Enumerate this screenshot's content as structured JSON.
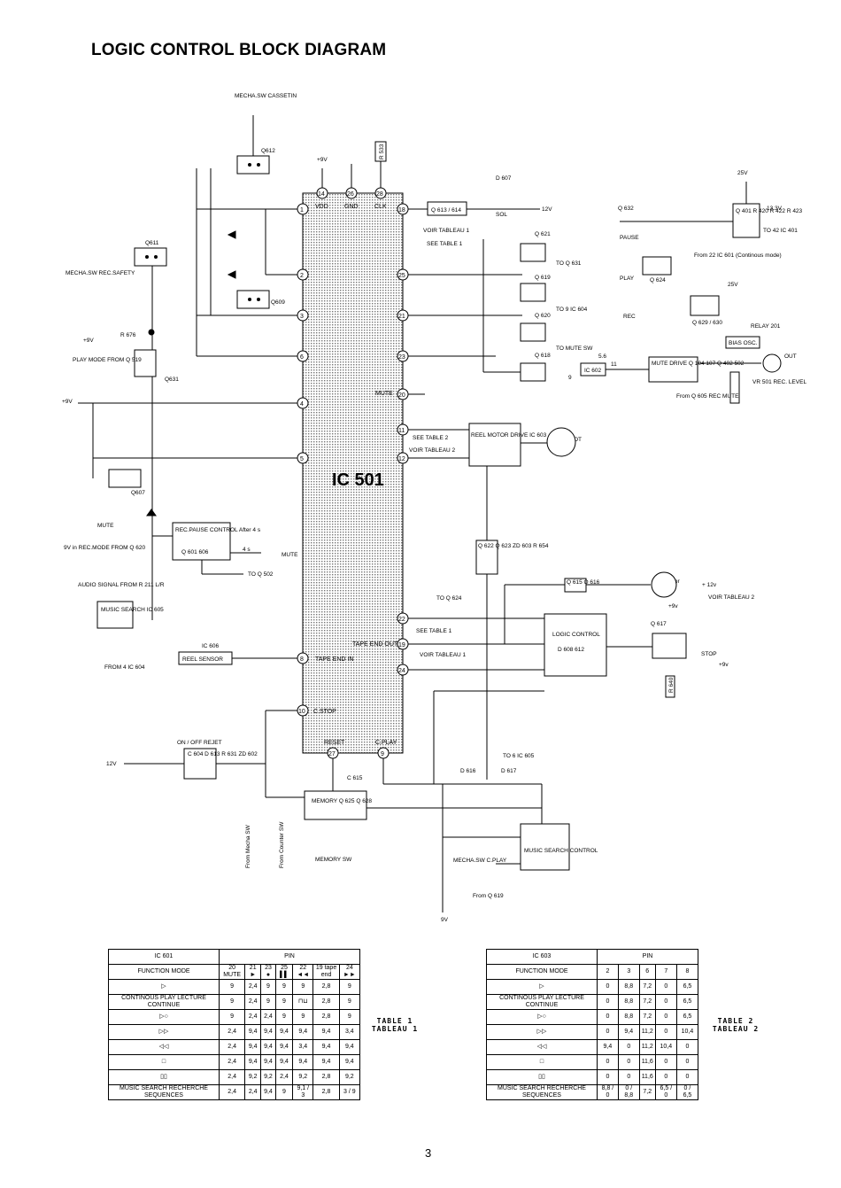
{
  "title": "LOGIC CONTROL BLOCK DIAGRAM",
  "page_number": "3",
  "ic501": {
    "name": "IC 501",
    "vdd": "VDD",
    "gnd": "GND",
    "clk": "CLK",
    "pin_vdd": "14",
    "pin_gnd": "26",
    "pin_clk": "28",
    "mute_label": "MUTE",
    "tape_end_out": "TAPE END OUT",
    "tape_end_in": "TAPE END IN",
    "cstop": "C.STOP",
    "reset": "RESET",
    "cplay": "C.PLAY",
    "left_pins": [
      "1",
      "2",
      "3",
      "6",
      "4",
      "5",
      "8",
      "10"
    ],
    "right_pins": [
      "18",
      "25",
      "21",
      "23",
      "20",
      "11",
      "12",
      "22",
      "19",
      "24"
    ],
    "bottom_pins": [
      "27",
      "9"
    ]
  },
  "labels": {
    "mecha_cassetin": "MECHA.SW CASSETIN",
    "q612": "Q612",
    "q611": "Q611",
    "q609": "Q609",
    "q631": "Q631",
    "q607": "Q607",
    "mecha_recsafety": "MECHA.SW REC.SAFETY",
    "r676": "R 676",
    "plus9v": "+9V",
    "play_mode": "PLAY MODE FROM Q 519",
    "v9": "+9V",
    "mute": "MUTE",
    "rec_mode": "9V in  REC.MODE FROM Q 620",
    "rec_pause_ctrl": "REC.PAUSE CONTROL After 4 s",
    "q601_606": "Q 601    606",
    "four_s": "4 s",
    "mute2": "MUTE",
    "to_q502": "TO Q 502",
    "audio_signal": "AUDIO SIGNAL FROM R 211 L/R",
    "music_search_ic": "MUSIC SEARCH IC 605",
    "from_ic604": "FROM 4 IC 604",
    "ic606": "IC 606",
    "reel_sensor": "REEL SENSOR",
    "onoff": "ON / OFF REJET",
    "c604": "C 604 D 613 R 631 ZD 602",
    "v12": "12V",
    "c615": "C 615",
    "memory": "MEMORY Q 625  Q 628",
    "memory_sw": "MEMORY SW",
    "from_mecha_sw": "From Mecha SW",
    "from_counter_sw": "From Counter SW",
    "r533": "R 533",
    "v9top": "+9V",
    "q613": "Q 613 / 614",
    "voir_tableau1": "VOIR TABLEAU 1",
    "see_table1": "SEE TABLE 1",
    "d607": "D 607",
    "sol": "SOL",
    "v12b": "12V",
    "q621": "Q 621",
    "q619": "Q 619",
    "q620": "Q 620",
    "q618": "Q 618",
    "to_q631": "TO Q 631",
    "to9ic604": "TO 9 IC 604",
    "to_mute_sw": "TO MUTE SW",
    "q632": "Q 632",
    "pause": "PAUSE",
    "play": "PLAY",
    "rec": "REC",
    "q624": "Q 624",
    "v25": "25V",
    "v13": "13.3V",
    "q401": "Q 401 R 420 R 422 R 423",
    "to42": "TO 42 IC 401",
    "from22": "From 22 IC 601 (Continous mode)",
    "v25b": "25V",
    "q629": "Q 629 / 630",
    "relay": "RELAY 201",
    "bias": "BIAS OSC.",
    "ic602": "IC 602",
    "n56": "5.6",
    "n11": "11",
    "n9": "9",
    "mute_drive": "MUTE DRIVE Q 104  107 Q 402  502",
    "out": "OUT",
    "vr501": "VR 501 REC. LEVEL",
    "from_q605": "From Q 605 REC MUTE",
    "see_table2": "SEE TABLE 2",
    "voir_tableau2": "VOIR TABLEAU 2",
    "reel_motor": "REEL MOTOR DRIVE IC 603",
    "reel_mot": "REEL MOT",
    "q622": "Q 622 Q 623 ZD 603 R 654",
    "to_q624": "TO Q 624",
    "see_table1b": "SEE TABLE 1",
    "voir_tableau1b": "VOIR TABLEAU 1",
    "q615": "Q 615 Q 616",
    "cap_motor": "CAP motor",
    "v12c": "+ 12v",
    "voir_tableau2b": "VOIR TABLEAU 2",
    "logic_control": "LOGIC CONTROL",
    "d608": "D 608        612",
    "q617": "Q 617",
    "v9c": "+9v",
    "stop": "STOP",
    "v9d": "+9v",
    "r640": "R 640",
    "to6ic605": "TO 6 IC 605",
    "d616": "D 616",
    "d617": "D 617",
    "mecha_cplay": "MECHA.SW C.PLAY",
    "music_search_ctrl": "MUSIC SEARCH CONTROL",
    "from_q619": "From Q 619",
    "v9e": "9V"
  },
  "table1": {
    "caption": "TABLE  1\nTABLEAU  1",
    "ic": "IC 601",
    "pin": "PIN",
    "function": "FUNCTION MODE",
    "cols": [
      "20 MUTE",
      "21 ►",
      "23 ●",
      "25 ▌▌",
      "22 ◄◄",
      "19 tape end",
      "24 ►►"
    ],
    "rows": [
      {
        "mode": "▷",
        "vals": [
          "9",
          "2,4",
          "9",
          "9",
          "9",
          "2,8",
          "9"
        ]
      },
      {
        "mode": "CONTINOUS PLAY LECTURE CONTINUE",
        "vals": [
          "9",
          "2,4",
          "9",
          "9",
          "⊓⊔",
          "2,8",
          "9"
        ]
      },
      {
        "mode": "▷○",
        "vals": [
          "9",
          "2,4",
          "2,4",
          "9",
          "9",
          "2,8",
          "9"
        ]
      },
      {
        "mode": "▷▷",
        "vals": [
          "2,4",
          "9,4",
          "9,4",
          "9,4",
          "9,4",
          "9,4",
          "3,4"
        ]
      },
      {
        "mode": "◁◁",
        "vals": [
          "2,4",
          "9,4",
          "9,4",
          "9,4",
          "3,4",
          "9,4",
          "9,4"
        ]
      },
      {
        "mode": "□",
        "vals": [
          "2,4",
          "9,4",
          "9,4",
          "9,4",
          "9,4",
          "9,4",
          "9,4"
        ]
      },
      {
        "mode": "▯▯",
        "vals": [
          "2,4",
          "9,2",
          "9,2",
          "2,4",
          "9,2",
          "2,8",
          "9,2"
        ]
      },
      {
        "mode": "MUSIC SEARCH RECHERCHE SEQUENCES",
        "vals": [
          "2,4",
          "2,4",
          "9,4",
          "9",
          "9,1 / 3",
          "2,8",
          "3 / 9"
        ]
      }
    ]
  },
  "table2": {
    "caption": "TABLE  2\nTABLEAU  2",
    "ic": "IC 603",
    "pin": "PIN",
    "function": "FUNCTION MODE",
    "cols": [
      "2",
      "3",
      "6",
      "7",
      "8"
    ],
    "rows": [
      {
        "mode": "▷",
        "vals": [
          "0",
          "8,8",
          "7,2",
          "0",
          "6,5"
        ]
      },
      {
        "mode": "CONTINOUS PLAY LECTURE CONTINUE",
        "vals": [
          "0",
          "8,8",
          "7,2",
          "0",
          "6,5"
        ]
      },
      {
        "mode": "▷○",
        "vals": [
          "0",
          "8,8",
          "7,2",
          "0",
          "6,5"
        ]
      },
      {
        "mode": "▷▷",
        "vals": [
          "0",
          "9,4",
          "11,2",
          "0",
          "10,4"
        ]
      },
      {
        "mode": "◁◁",
        "vals": [
          "9,4",
          "0",
          "11,2",
          "10,4",
          "0"
        ]
      },
      {
        "mode": "□",
        "vals": [
          "0",
          "0",
          "11,6",
          "0",
          "0"
        ]
      },
      {
        "mode": "▯▯",
        "vals": [
          "0",
          "0",
          "11,6",
          "0",
          "0"
        ]
      },
      {
        "mode": "MUSIC SEARCH RECHERCHE SEQUENCES",
        "vals": [
          "8,8 / 0",
          "0 / 8,8",
          "7,2",
          "6,5 / 0",
          "0 / 6,5"
        ]
      }
    ]
  }
}
